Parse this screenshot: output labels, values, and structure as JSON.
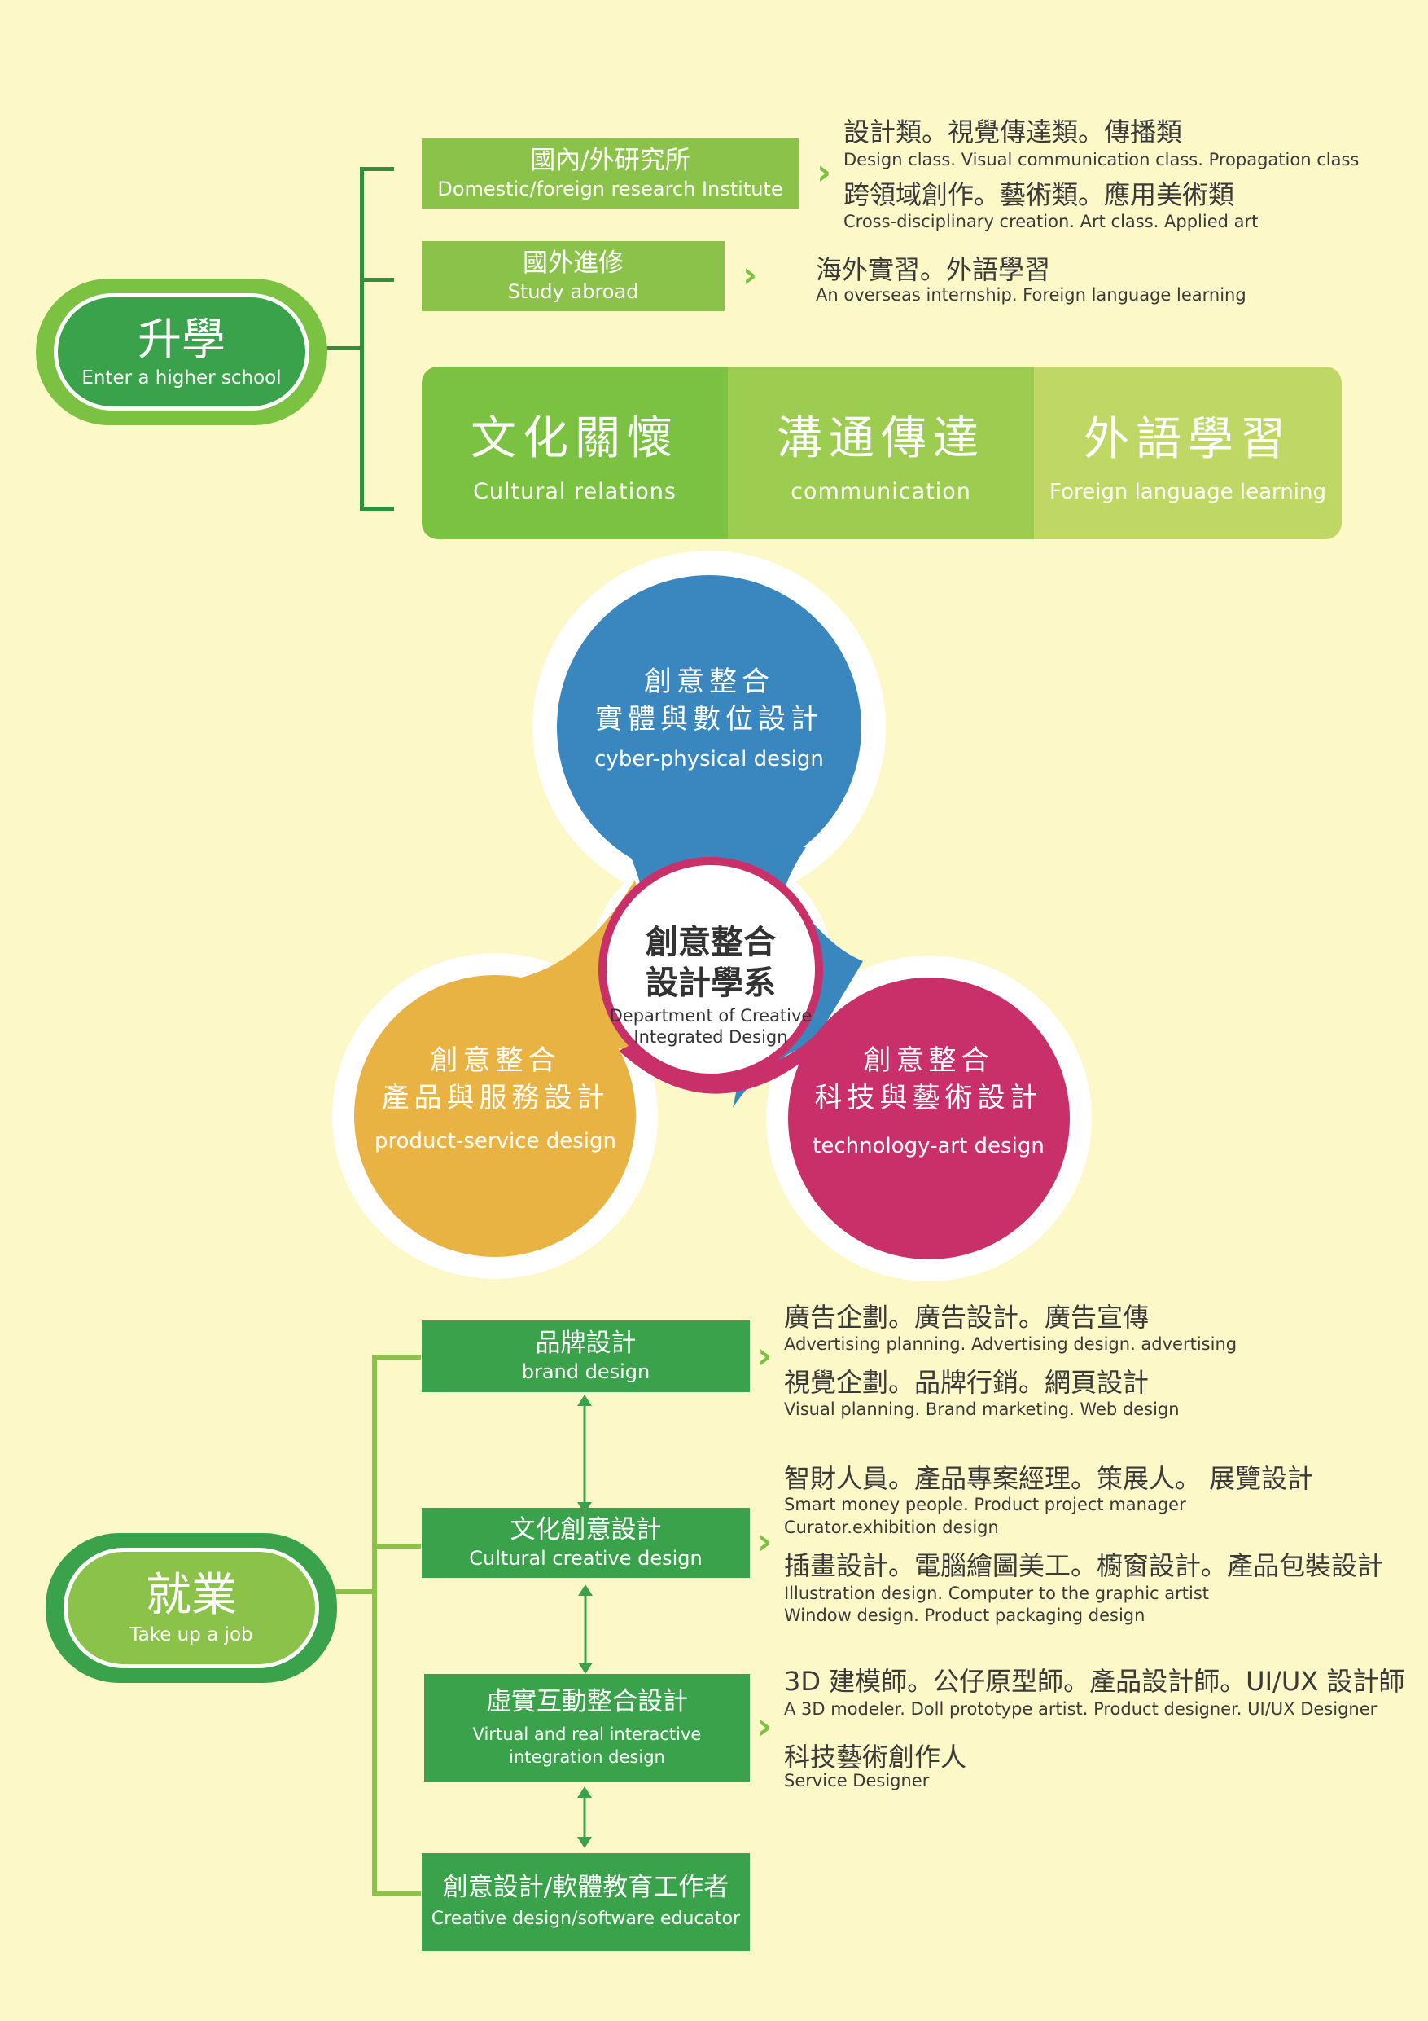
{
  "higher_school": {
    "badge": {
      "zh": "升學",
      "en": "Enter a higher school"
    },
    "institute": {
      "box": {
        "zh": "國內/外研究所",
        "en": "Domestic/foreign research Institute"
      },
      "line1_zh": "設計類。視覺傳達類。傳播類",
      "line1_en": "Design class. Visual communication class. Propagation class",
      "line2_zh": "跨領域創作。藝術類。應用美術類",
      "line2_en": "Cross-disciplinary creation. Art class. Applied art"
    },
    "abroad": {
      "box": {
        "zh": "國外進修",
        "en": "Study abroad"
      },
      "line1_zh": "海外實習。外語學習",
      "line1_en": "An overseas internship. Foreign language learning"
    },
    "band": [
      {
        "zh": "文化關懷",
        "en": "Cultural relations"
      },
      {
        "zh": "溝通傳達",
        "en": "communication"
      },
      {
        "zh": "外語學習",
        "en": "Foreign language learning"
      }
    ]
  },
  "department": {
    "hub": {
      "zh1": "創意整合",
      "zh2": "設計學系",
      "en1": "Department of Creative",
      "en2": "Integrated Design"
    },
    "circles": [
      {
        "zh1": "創意整合",
        "zh2": "實體與數位設計",
        "en": "cyber-physical design",
        "color": "#3a87c0"
      },
      {
        "zh1": "創意整合",
        "zh2": "產品與服務設計",
        "en": "product-service design",
        "color": "#e8b343"
      },
      {
        "zh1": "創意整合",
        "zh2": "科技與藝術設計",
        "en": "technology-art design",
        "color": "#c9306a"
      }
    ]
  },
  "job": {
    "badge": {
      "zh": "就業",
      "en": "Take up a job"
    },
    "brand": {
      "box": {
        "zh": "品牌設計",
        "en": "brand design"
      },
      "line1_zh": "廣告企劃。廣告設計。廣告宣傳",
      "line1_en": "Advertising planning. Advertising design. advertising",
      "line2_zh": "視覺企劃。品牌行銷。網頁設計",
      "line2_en": "Visual planning. Brand marketing. Web design"
    },
    "cultural": {
      "box": {
        "zh": "文化創意設計",
        "en": "Cultural creative design"
      },
      "line1_zh": "智財人員。產品專案經理。策展人。 展覽設計",
      "line1_en_a": "Smart money people. Product project manager",
      "line1_en_b": "Curator.exhibition design",
      "line2_zh": "插畫設計。電腦繪圖美工。櫥窗設計。產品包裝設計",
      "line2_en_a": "Illustration design. Computer to the graphic artist",
      "line2_en_b": "Window design. Product packaging design"
    },
    "virtual": {
      "box": {
        "zh": "虛實互動整合設計",
        "en_a": "Virtual and real interactive",
        "en_b": "integration design"
      },
      "line1_zh": "3D 建模師。公仔原型師。產品設計師。UI/UX 設計師",
      "line1_en": "A 3D modeler. Doll prototype artist. Product designer. UI/UX Designer",
      "line2_zh": "科技藝術創作人",
      "line2_en": "Service Designer"
    },
    "educator": {
      "box": {
        "zh": "創意設計/軟體教育工作者",
        "en": "Creative design/software educator"
      }
    }
  },
  "colors": {
    "background": "#fdf8c8",
    "green_dark": "#3aa24a",
    "green_mid": "#8bc34a",
    "green_light": "#c3d96a",
    "blue": "#3a87c0",
    "yellow": "#e8b343",
    "magenta": "#c9306a"
  }
}
